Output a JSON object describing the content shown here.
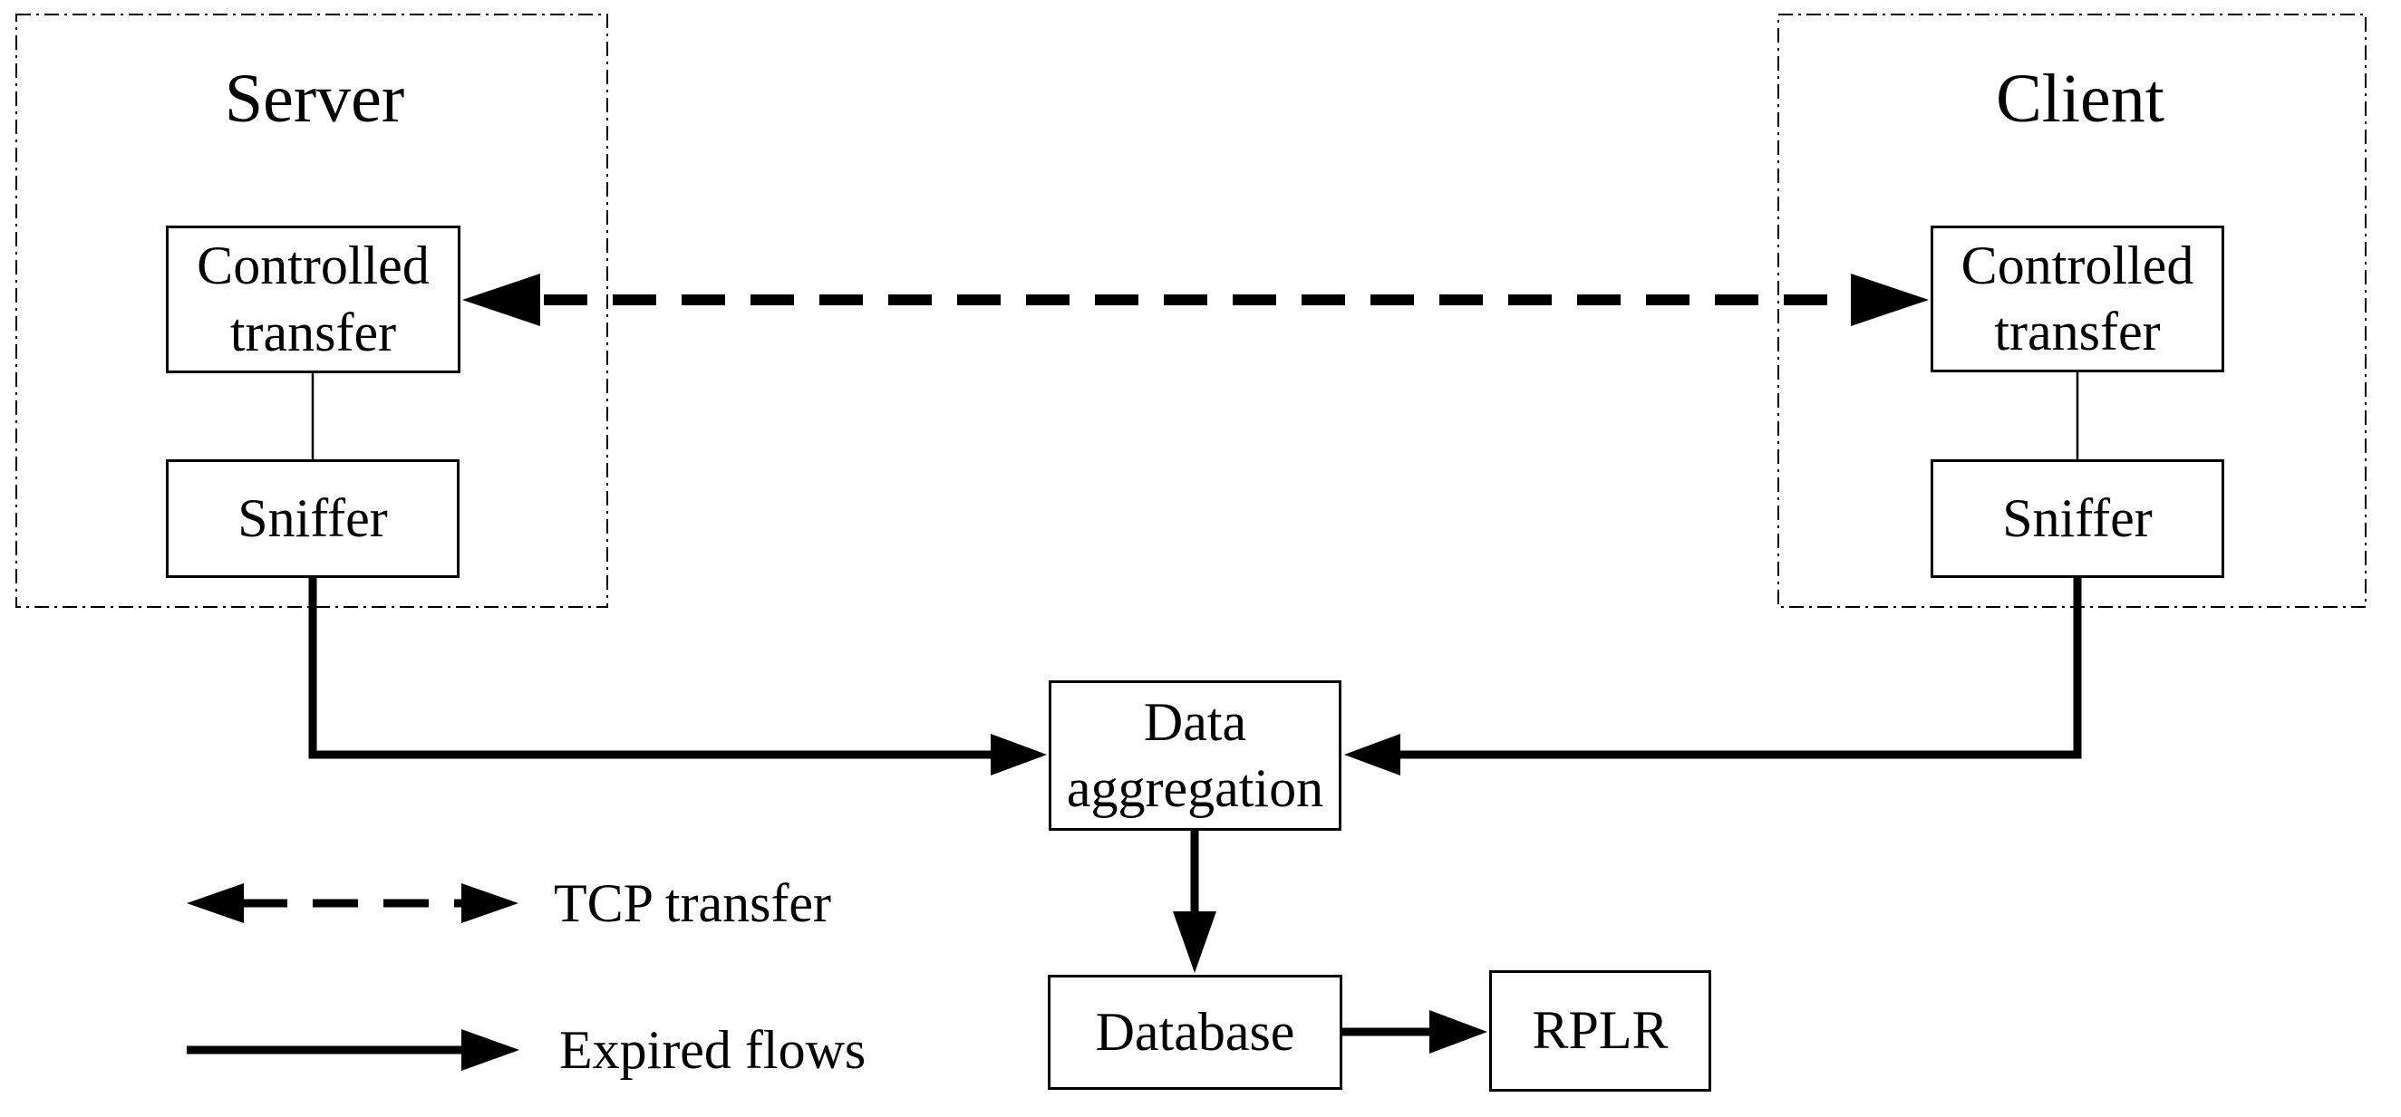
{
  "colors": {
    "ink": "#000000",
    "background": "#ffffff"
  },
  "server": {
    "title": "Server",
    "controlled_transfer": "Controlled transfer",
    "sniffer": "Sniffer"
  },
  "client": {
    "title": "Client",
    "controlled_transfer": "Controlled transfer",
    "sniffer": "Sniffer"
  },
  "pipeline": {
    "data_aggregation": "Data aggregation",
    "database": "Database",
    "rplr": "RPLR"
  },
  "legend": {
    "tcp_transfer": "TCP transfer",
    "expired_flows": "Expired flows"
  }
}
